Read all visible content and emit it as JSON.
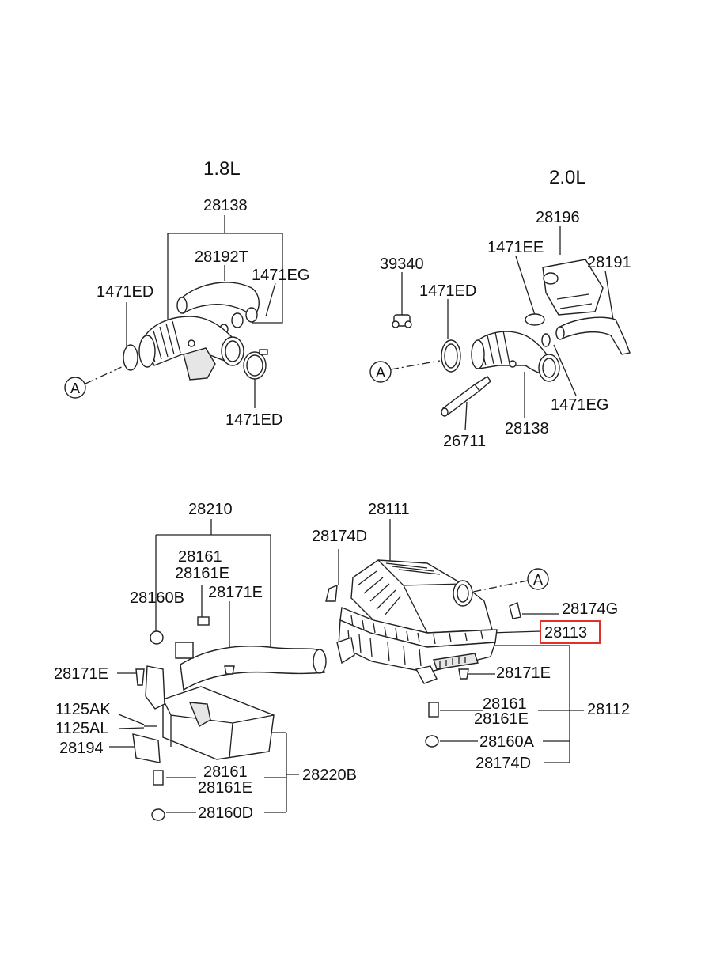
{
  "sections": {
    "engine_18": "1.8L",
    "engine_20": "2.0L"
  },
  "reference_marks": {
    "a1": "A",
    "a2": "A",
    "a3": "A"
  },
  "labels_18": {
    "hose_assy": "28138",
    "hose": "28192T",
    "clamp_left": "1471ED",
    "clamp_right": "1471EG",
    "clamp_bottom": "1471ED"
  },
  "labels_20": {
    "sensor": "39340",
    "resonator": "28196",
    "clamp_top": "1471EE",
    "hose_right": "28191",
    "clamp_left": "1471ED",
    "clamp_right": "1471EG",
    "hose_assy": "28138",
    "pipe": "26711"
  },
  "labels_lower_left": {
    "duct_assy": "28210",
    "insulator": "28161",
    "insulator_e": "28161E",
    "mount": "28160B",
    "bolt_top": "28171E",
    "bolt_left": "28171E",
    "bolt_ak": "1125AK",
    "bolt_al": "1125AL",
    "bracket": "28194",
    "ins_lower": "28161",
    "ins_lower_e": "28161E",
    "mount_lower": "28160D",
    "resonator_assy": "28220B"
  },
  "labels_lower_right": {
    "cover": "28111",
    "clip_left": "28174D",
    "clip_right": "28174G",
    "element": "28113",
    "bolt": "28171E",
    "ins": "28161",
    "ins_e": "28161E",
    "body_assy": "28112",
    "mount": "28160A",
    "clip_bottom": "28174D"
  },
  "highlight_color": "#e0302b"
}
